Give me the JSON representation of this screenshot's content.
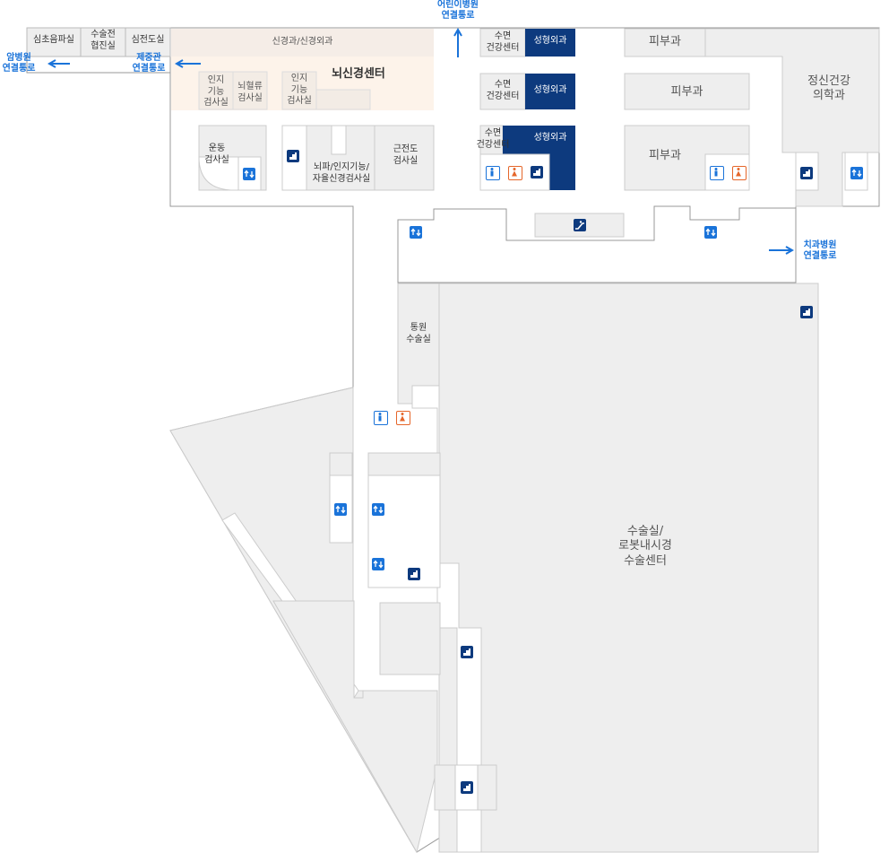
{
  "colors": {
    "accent_blue": "#1a73d9",
    "dark_navy": "#0d3a7e",
    "highlight_peach": "#fdf3ea",
    "room_gray": "#eeeeee",
    "wall": "#999999",
    "women_orange": "#e5662a"
  },
  "connections": {
    "cancer_hospital": "암병원\n연결통로",
    "jejung_building": "제중관\n연결통로",
    "children_hospital": "어린이병원\n연결통로",
    "dental_hospital": "치과병원\n연결통로"
  },
  "rooms": {
    "cardiac_echo": "심초음파실",
    "surgery_consult": "수술전\n협진실",
    "ecg": "심전도실",
    "neurology_dept": "신경과/신경외과",
    "brain_center": "뇌신경센터",
    "cognitive_1": "인지\n기능\n검사실",
    "cerebral_blood": "뇌혈류\n검사실",
    "cognitive_2": "인지\n기능\n검사실",
    "exercise_test": "운동\n검사실",
    "eeg_test": "뇌파/인지기능/\n자율신경검사실",
    "emg_test": "근전도\n검사실",
    "sleep_1": "수면\n건강센터",
    "plastic_1": "성형외과",
    "sleep_2": "수면\n건강센터",
    "plastic_2": "성형외과",
    "sleep_3": "수면\n건강센터",
    "plastic_3": "성형외과",
    "derm_1": "피부과",
    "derm_2": "피부과",
    "derm_3": "피부과",
    "psychiatry": "정신건강\n의학과",
    "day_surgery": "통원\n수술실",
    "operating": "수술실/\n로봇내시경\n수술센터"
  },
  "icons": {
    "elevator": "elevator-icon",
    "stairs": "stairs-icon",
    "escalator": "escalator-icon",
    "restroom_men": "restroom-men-icon",
    "restroom_women": "restroom-women-icon",
    "arrow": "arrow-icon"
  }
}
